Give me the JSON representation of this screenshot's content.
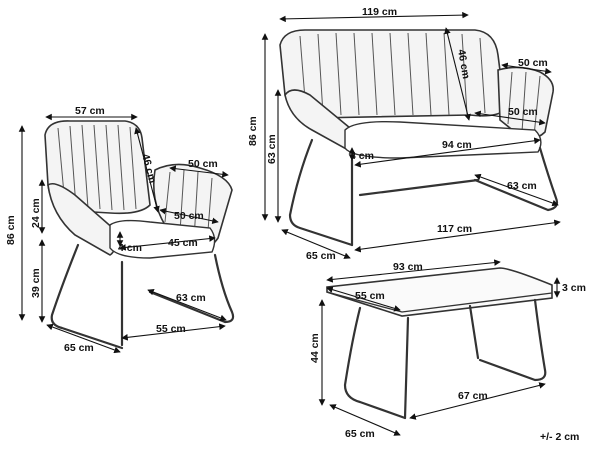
{
  "chair": {
    "width": "57 cm",
    "height": "86 cm",
    "seat_height": "39 cm",
    "armrest_above_seat": "24 cm",
    "back_height": "46 cm",
    "armrest_length": "50 cm",
    "seat_depth": "50 cm",
    "seat_width": "45 cm",
    "cushion_thickness": "4 cm",
    "leg_depth": "63 cm",
    "leg_width": "55 cm",
    "depth": "65 cm"
  },
  "sofa": {
    "width": "119 cm",
    "back_height": "46 cm",
    "armrest_length": "50 cm",
    "seat_depth": "50 cm",
    "height": "86 cm",
    "armrest_height": "63 cm",
    "cushion_thickness": "4 cm",
    "seat_width": "94 cm",
    "leg_depth": "63 cm",
    "base_width": "117 cm",
    "depth": "65 cm"
  },
  "table": {
    "width": "93 cm",
    "depth_top": "55 cm",
    "top_thickness": "3 cm",
    "height": "44 cm",
    "leg_width": "67 cm",
    "depth": "65 cm"
  },
  "tolerance": "+/- 2 cm"
}
